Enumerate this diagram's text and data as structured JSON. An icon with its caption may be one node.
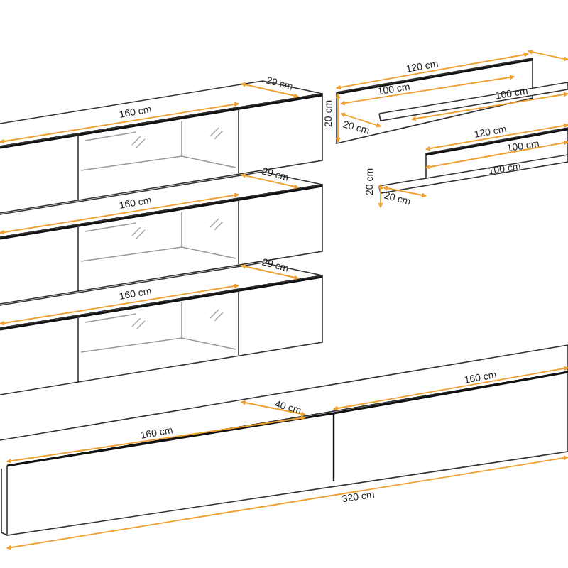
{
  "diagram": {
    "labels": [
      "120 cm",
      "29 cm",
      "100 cm",
      "100 cm",
      "160 cm",
      "20 cm",
      "20 cm",
      "120 cm",
      "100 cm",
      "100 cm",
      "29 cm",
      "20 cm",
      "20 cm",
      "160 cm",
      "29 cm",
      "160 cm",
      "160 cm",
      "40 cm",
      "160 cm",
      "320 cm"
    ]
  }
}
